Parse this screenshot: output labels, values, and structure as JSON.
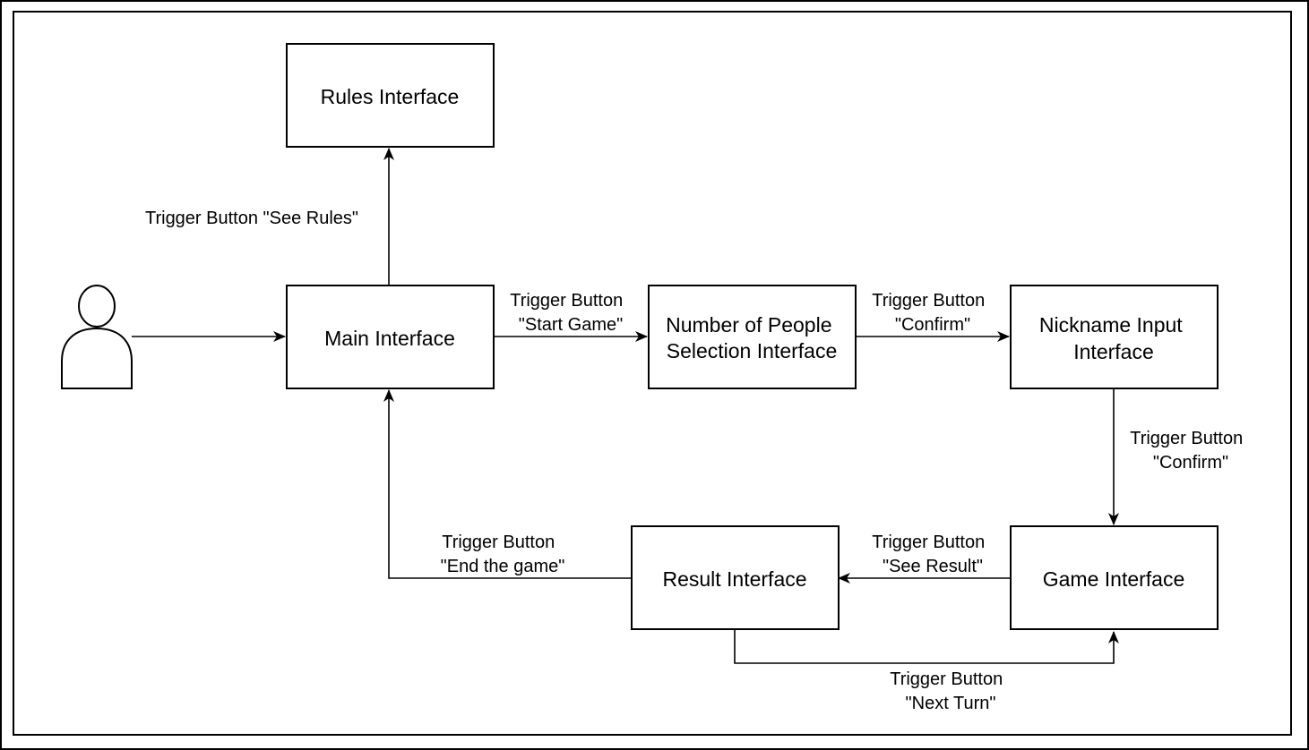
{
  "colors": {
    "stroke": "#000000",
    "background": "#ffffff",
    "text": "#000000"
  },
  "actor": {
    "icon": "user-actor-icon"
  },
  "nodes": {
    "rules": {
      "lines": [
        "Rules Interface"
      ]
    },
    "main": {
      "lines": [
        "Main Interface"
      ]
    },
    "people": {
      "lines": [
        "Number of People",
        "Selection Interface"
      ]
    },
    "nickname": {
      "lines": [
        "Nickname Input",
        "Interface"
      ]
    },
    "game": {
      "lines": [
        "Game Interface"
      ]
    },
    "result": {
      "lines": [
        "Result Interface"
      ]
    }
  },
  "edges": {
    "see_rules": {
      "lines": [
        "Trigger Button \"See Rules\""
      ]
    },
    "start_game": {
      "lines": [
        "Trigger Button",
        "\"Start Game\""
      ]
    },
    "confirm_people": {
      "lines": [
        "Trigger Button",
        "\"Confirm\""
      ]
    },
    "confirm_nickname": {
      "lines": [
        "Trigger Button",
        "\"Confirm\""
      ]
    },
    "see_result": {
      "lines": [
        "Trigger Button",
        "\"See Result\""
      ]
    },
    "end_game": {
      "lines": [
        "Trigger Button",
        "\"End the game\""
      ]
    },
    "next_turn": {
      "lines": [
        "Trigger Button",
        "\"Next Turn\""
      ]
    }
  }
}
